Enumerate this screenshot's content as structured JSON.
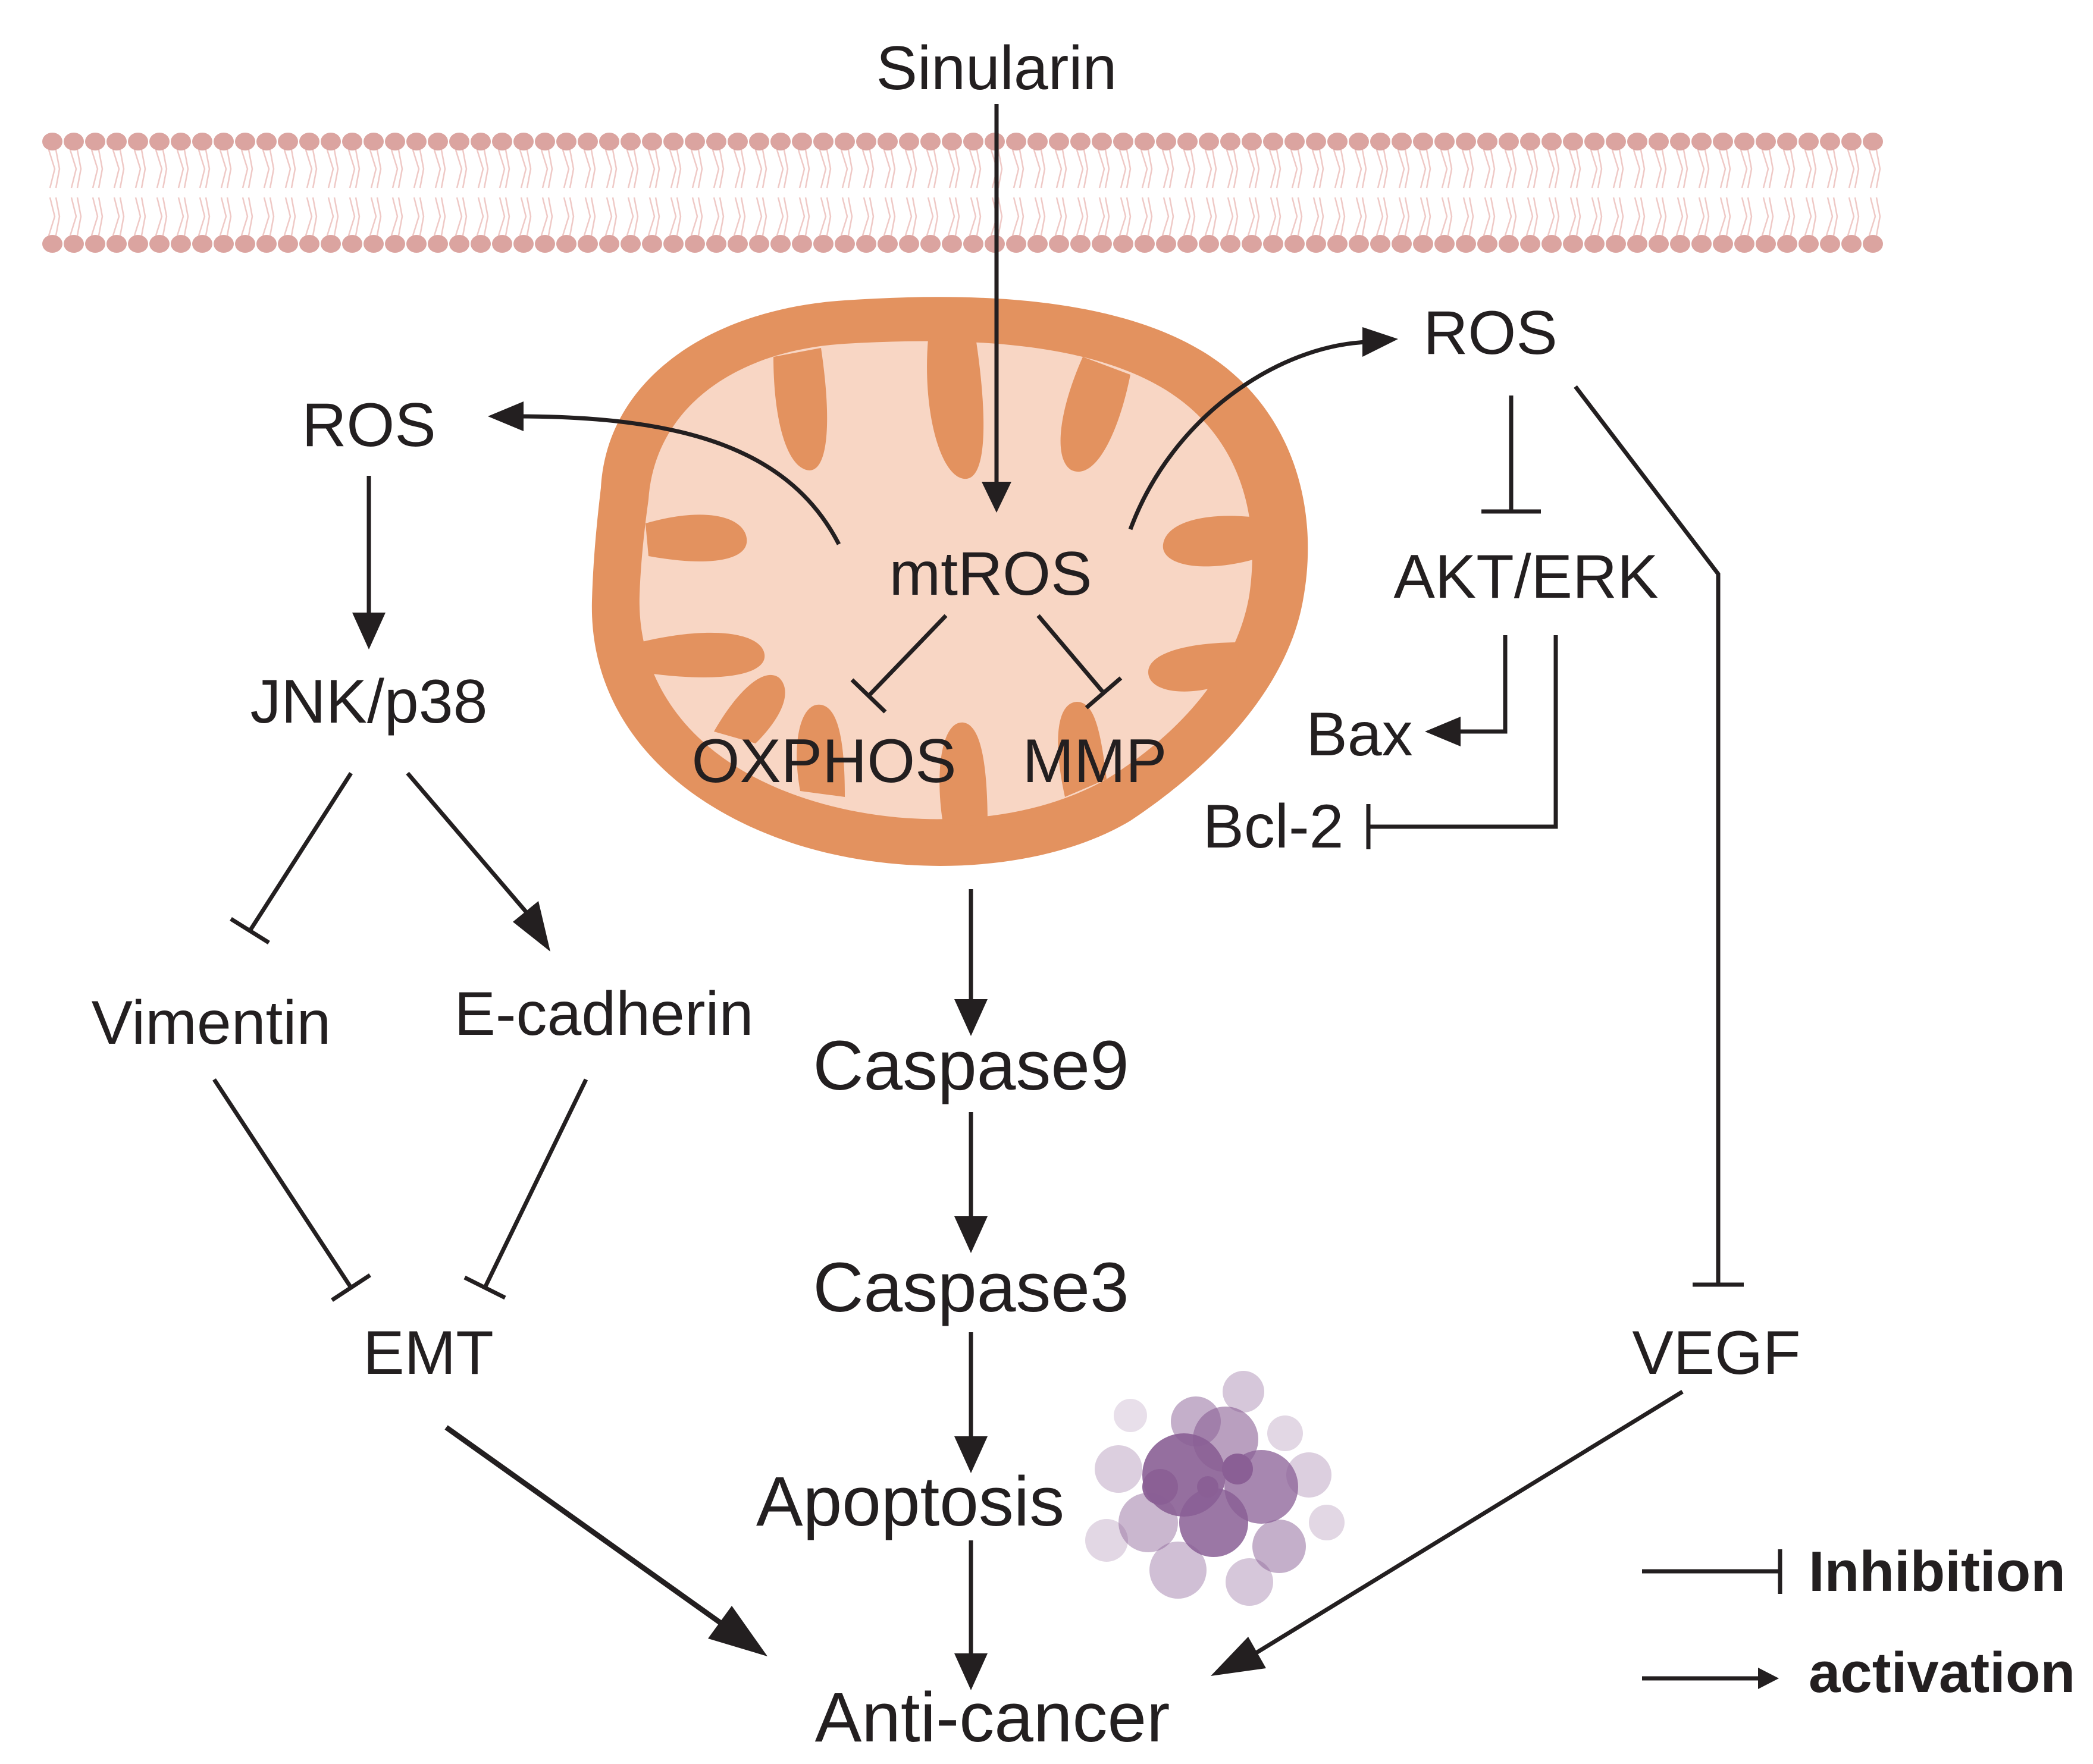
{
  "nodes": {
    "sinularin": "Sinularin",
    "mtros": "mtROS",
    "ros_left": "ROS",
    "ros_right": "ROS",
    "jnk_p38": "JNK/p38",
    "akt_erk": "AKT/ERK",
    "oxphos": "OXPHOS",
    "mmp": "MMP",
    "bax": "Bax",
    "bcl2": "Bcl-2",
    "vimentin": "Vimentin",
    "ecadherin": "E-cadherin",
    "emt": "EMT",
    "caspase9": "Caspase9",
    "caspase3": "Caspase3",
    "apoptosis": "Apoptosis",
    "vegf": "VEGF",
    "anticancer": "Anti-cancer"
  },
  "legend": {
    "inhibition": "Inhibition",
    "activation": "activation"
  },
  "edges": [
    {
      "from": "Sinularin",
      "to": "mtROS",
      "type": "activation"
    },
    {
      "from": "mtROS",
      "to": "ROS (left)",
      "type": "activation"
    },
    {
      "from": "mtROS",
      "to": "ROS (right)",
      "type": "activation"
    },
    {
      "from": "mtROS",
      "to": "OXPHOS",
      "type": "inhibition"
    },
    {
      "from": "mtROS",
      "to": "MMP",
      "type": "inhibition"
    },
    {
      "from": "ROS (left)",
      "to": "JNK/p38",
      "type": "activation"
    },
    {
      "from": "JNK/p38",
      "to": "Vimentin",
      "type": "inhibition"
    },
    {
      "from": "JNK/p38",
      "to": "E-cadherin",
      "type": "activation"
    },
    {
      "from": "Vimentin",
      "to": "EMT",
      "type": "inhibition"
    },
    {
      "from": "E-cadherin",
      "to": "EMT",
      "type": "inhibition"
    },
    {
      "from": "EMT",
      "to": "Anti-cancer",
      "type": "activation"
    },
    {
      "from": "ROS (right)",
      "to": "AKT/ERK",
      "type": "inhibition"
    },
    {
      "from": "AKT/ERK",
      "to": "Bax",
      "type": "activation"
    },
    {
      "from": "AKT/ERK",
      "to": "Bcl-2",
      "type": "inhibition"
    },
    {
      "from": "ROS (right)",
      "to": "VEGF",
      "type": "inhibition"
    },
    {
      "from": "VEGF",
      "to": "Anti-cancer",
      "type": "activation"
    },
    {
      "from": "Mitochondrion",
      "to": "Caspase9",
      "type": "activation"
    },
    {
      "from": "Caspase9",
      "to": "Caspase3",
      "type": "activation"
    },
    {
      "from": "Caspase3",
      "to": "Apoptosis",
      "type": "activation"
    },
    {
      "from": "Apoptosis",
      "to": "Anti-cancer",
      "type": "activation"
    }
  ],
  "colors": {
    "mito_outer": "#e3925f",
    "mito_inner": "#f8d6c4",
    "membrane": "#dba4a0",
    "membrane_tail": "#efc9c6",
    "ink": "#231f20",
    "apoptotic_body": "#8a5f95"
  }
}
